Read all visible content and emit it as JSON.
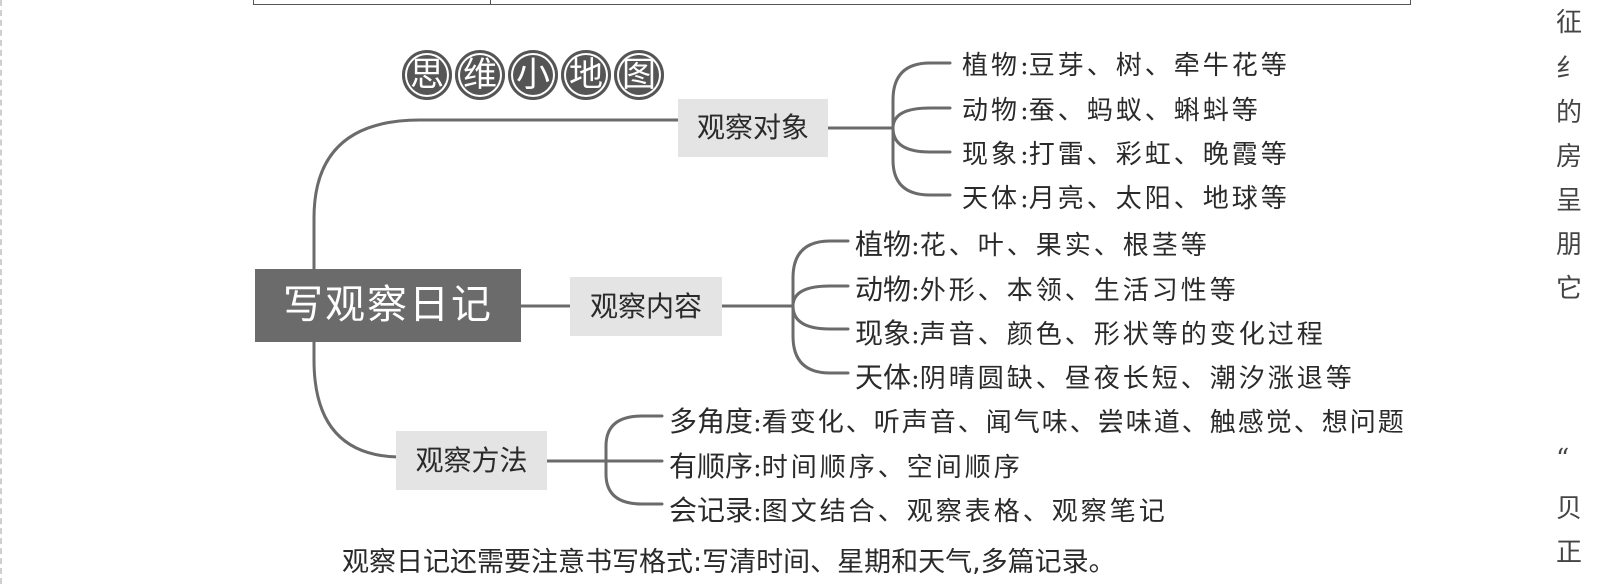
{
  "badge_chars": [
    "思",
    "维",
    "小",
    "地",
    "图"
  ],
  "root": "写观察日记",
  "categories": {
    "objects": "观察对象",
    "content": "观察内容",
    "methods": "观察方法"
  },
  "objects": [
    {
      "head": "植物",
      "text": "豆芽、树、牵牛花等"
    },
    {
      "head": "动物",
      "text": "蚕、蚂蚁、蝌蚪等"
    },
    {
      "head": "现象",
      "text": "打雷、彩虹、晚霞等"
    },
    {
      "head": "天体",
      "text": "月亮、太阳、地球等"
    }
  ],
  "content": [
    {
      "head": "植物",
      "text": "花、叶、果实、根茎等"
    },
    {
      "head": "动物",
      "text": "外形、本领、生活习性等"
    },
    {
      "head": "现象",
      "text": "声音、颜色、形状等的变化过程"
    },
    {
      "head": "天体",
      "text": "阴晴圆缺、昼夜长短、潮汐涨退等"
    }
  ],
  "methods": [
    {
      "head": "多角度",
      "text": "看变化、听声音、闻气味、尝味道、触感觉、想问题"
    },
    {
      "head": "有顺序",
      "text": "时间顺序、空间顺序"
    },
    {
      "head": "会记录",
      "text": "图文结合、观察表格、观察笔记"
    }
  ],
  "colon": ":",
  "footer": "观察日记还需要注意书写格式:写清时间、星期和天气,多篇记录。",
  "right_margin_chars": [
    "征",
    "纟",
    "的",
    "房",
    "呈",
    "朋",
    "它",
    "“",
    "贝",
    "正"
  ]
}
